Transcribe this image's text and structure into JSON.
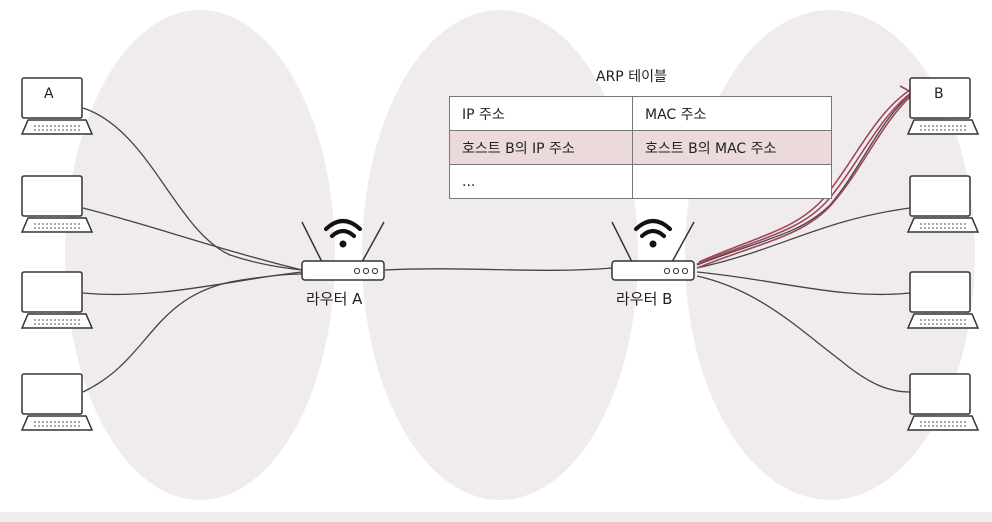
{
  "diagram": {
    "arp_table": {
      "title": "ARP 테이블",
      "headers": [
        "IP 주소",
        "MAC 주소"
      ],
      "rows": [
        [
          "호스트 B의 IP 주소",
          "호스트 B의 MAC 주소"
        ],
        [
          "...",
          ""
        ]
      ]
    },
    "routers": [
      {
        "label": "라우터 A"
      },
      {
        "label": "라우터 B"
      }
    ],
    "hosts": {
      "left_labeled": "A",
      "right_labeled": "B"
    },
    "colors": {
      "network_bubble": "#f0eced",
      "highlight_path": "#a0475a",
      "table_highlight": "#ecd9dc"
    }
  }
}
